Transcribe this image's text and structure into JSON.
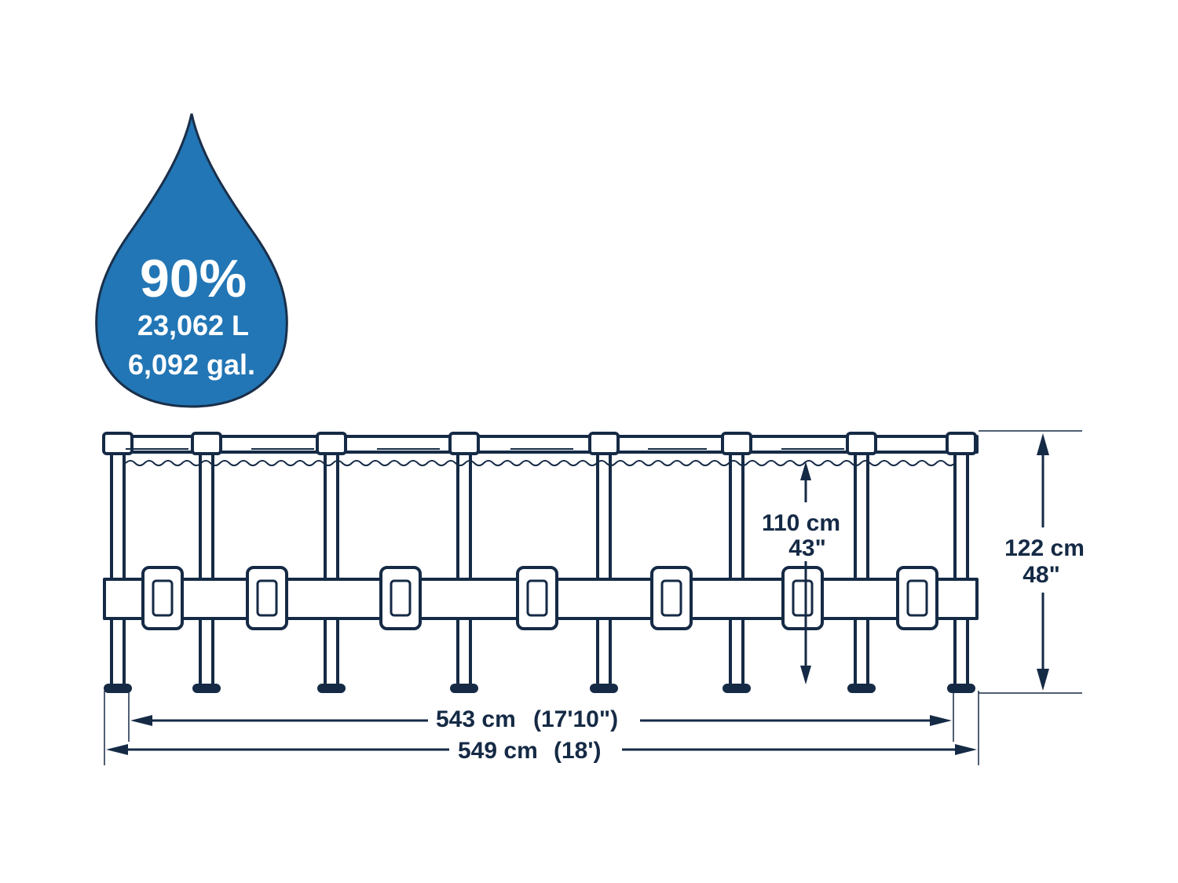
{
  "colors": {
    "drop_fill": "#2276b5",
    "drop_outline": "#1a2f4a",
    "line": "#152a45",
    "background": "#ffffff"
  },
  "water_drop": {
    "percent": "90%",
    "liters": "23,062 L",
    "gallons": "6,092 gal."
  },
  "dimensions": {
    "inner_height": {
      "cm": "110 cm",
      "inch": "43\""
    },
    "outer_height": {
      "cm": "122 cm",
      "inch": "48\""
    },
    "inner_diameter": {
      "cm": "543 cm",
      "ft": "(17'10\")"
    },
    "outer_diameter": {
      "cm": "549 cm",
      "ft": "(18')"
    }
  }
}
